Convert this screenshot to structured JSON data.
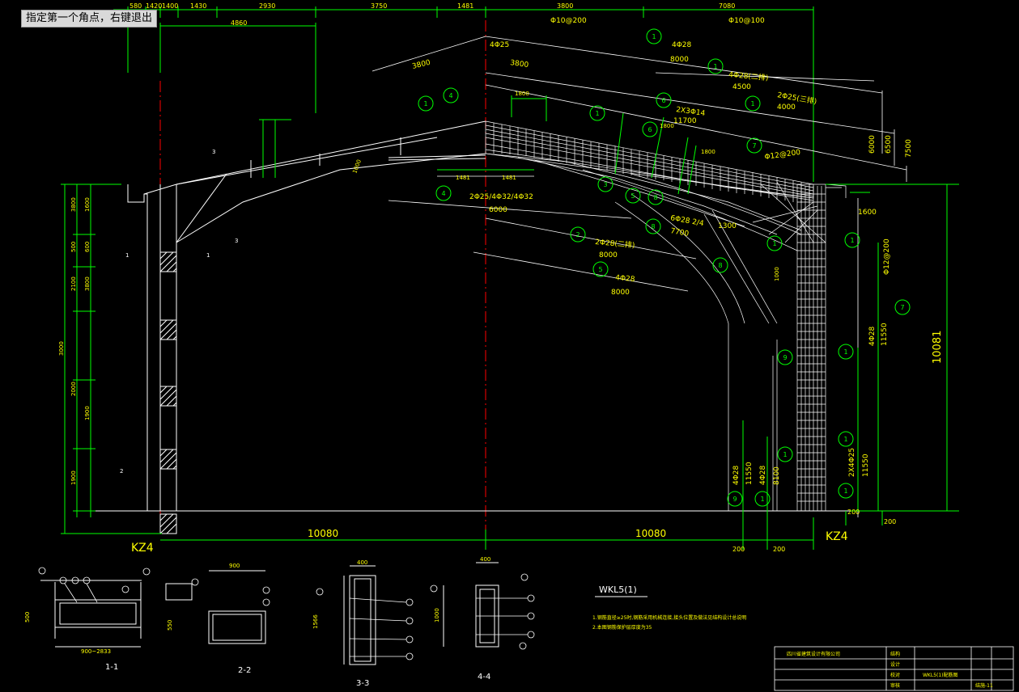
{
  "command_prompt": "指定第一个角点，右键退出",
  "colors": {
    "background": "#000000",
    "rebar": "#ffffff",
    "dimension": "#00ff00",
    "text": "#ffff00",
    "centerline": "#ff0000"
  },
  "top_dims": [
    "580",
    "1420",
    "1400",
    "1430",
    "2930",
    "3750",
    "1481",
    "3800",
    "7080"
  ],
  "sub_dim": "4860",
  "column_labels": [
    "KZ4",
    "KZ4"
  ],
  "span_labels": [
    "10080",
    "10080"
  ],
  "right_height": "10081",
  "base_dims": [
    "200",
    "200",
    "200",
    "200"
  ],
  "left_dims": [
    "3800",
    "600",
    "2100",
    "3800",
    "2000",
    "1900",
    "3000",
    "500",
    "1900",
    "1600"
  ],
  "rebar_notes": [
    "4Φ25",
    "3800",
    "3800",
    "Φ10@200",
    "Φ10@100",
    "4Φ28",
    "8000",
    "4Φ28(二排)",
    "4500",
    "2Φ25(三排)",
    "4000",
    "2X3Φ14",
    "11700",
    "Φ12@200",
    "6000",
    "6500",
    "7500",
    "2Φ25/4Φ32/4Φ32",
    "6000",
    "2Φ28(二排)",
    "8000",
    "4Φ28",
    "8000",
    "6Φ28 2/4",
    "7700",
    "1300",
    "1600",
    "Φ12@200",
    "4Φ28",
    "11550",
    "2X4Φ25",
    "11550",
    "4Φ28",
    "11550",
    "4Φ28",
    "8100",
    "1800",
    "1800",
    "1800",
    "1481",
    "1481",
    "1000",
    "1000"
  ],
  "section_labels": [
    "1-1",
    "2-2",
    "3-3",
    "4-4"
  ],
  "section_dims": [
    "900",
    "400",
    "400",
    "500",
    "900~2833",
    "550",
    "1566",
    "1000"
  ],
  "beam_tag": "WKL5(1)",
  "notes": [
    "1.钢筋直径≥25时,钢筋采用机械连接,接头位置及做法见结构设计总说明",
    "2.本图钢筋保护层厚度为35"
  ],
  "title_block": {
    "company": "四川省建筑设计有限公司",
    "rows": [
      "结构",
      "设计",
      "校对",
      "审核"
    ],
    "drawing": "WKL5(1)配筋图",
    "sheet": "结施-11"
  }
}
